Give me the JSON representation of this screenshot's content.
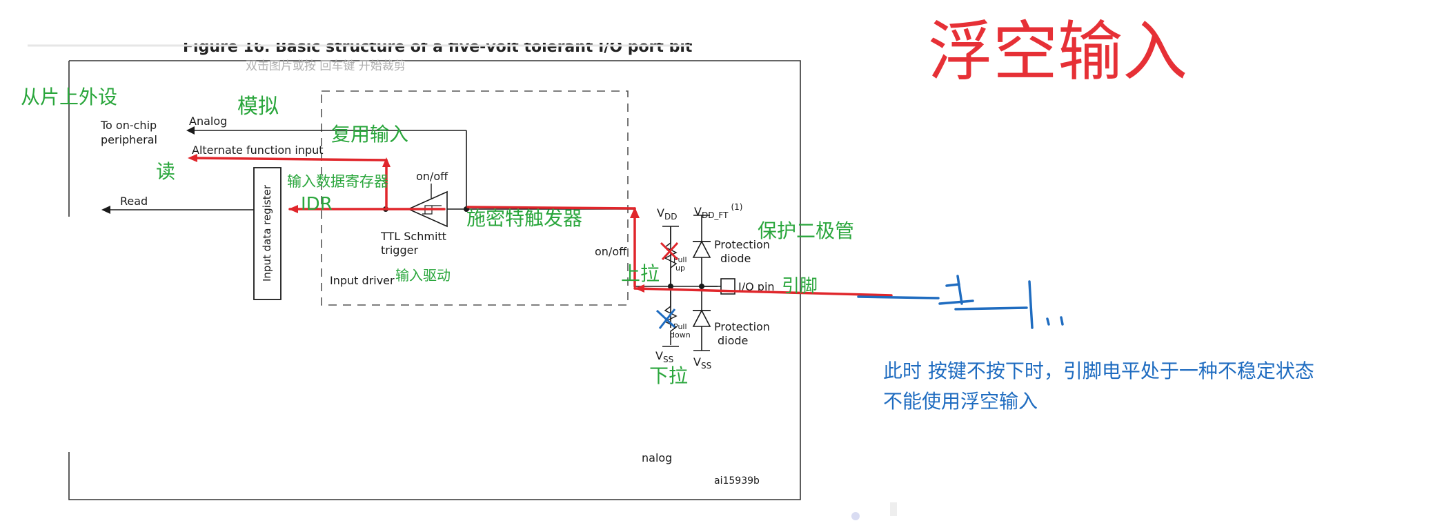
{
  "page_title": "浮空输入",
  "figure": {
    "caption": "Figure 16. Basic structure of a five-volt tolerant I/O port bit",
    "crop_hint": "双击图片或按 回车键 开始裁剪",
    "ref": "ai15939b"
  },
  "diagram_labels": {
    "to_onchip": [
      "To on-chip",
      "peripheral"
    ],
    "analog": "Analog",
    "alt_func_input": "Alternate function input",
    "read": "Read",
    "input_data_register": "Input data register",
    "on_off_top": "on/off",
    "ttl_schmitt": [
      "TTL Schmitt",
      "trigger"
    ],
    "input_driver": "Input driver",
    "on_off_side": "on/off",
    "vdd": "V",
    "vdd_sub": "DD",
    "vddft": "V",
    "vddft_sub": "DD_FT",
    "vddft_sup": "(1)",
    "protection_diode_top": [
      "Protection",
      "diode"
    ],
    "pull_up": [
      "Pull",
      "up"
    ],
    "io_pin": "I/O pin",
    "pull_down": [
      "Pull",
      "down"
    ],
    "protection_diode_bottom": [
      "Protection",
      "diode"
    ],
    "vss_left": "V",
    "vss_left_sub": "SS",
    "vss_right": "V",
    "vss_right_sub": "SS",
    "analog_bottom": "nalog"
  },
  "annotations": {
    "from_onchip": "从片上外设",
    "analog_cn": "模拟",
    "alt_input_cn": "复用输入",
    "read_cn": "读",
    "idr_cn": "输入数据寄存器",
    "idr": "IDR",
    "schmitt_cn": "施密特触发器",
    "input_driver_cn": "输入驱动",
    "protection_cn": "保护二极管",
    "pull_up_cn": "上拉",
    "pin_cn": "引脚",
    "pull_down_cn": "下拉"
  },
  "note": {
    "line1": "此时 按键不按下时，引脚电平处于一种不稳定状态",
    "line2": "不能使用浮空输入"
  },
  "colors": {
    "annotation_green": "#2aa63c",
    "signal_red": "#e0262b",
    "title_red": "#e63036",
    "note_blue": "#1f6cc0",
    "diagram_black": "#1a1a1a"
  }
}
